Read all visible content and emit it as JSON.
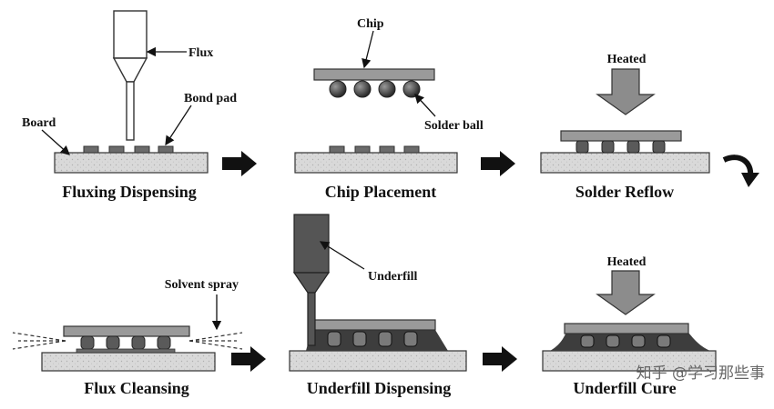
{
  "steps": [
    {
      "label": "Fluxing Dispensing"
    },
    {
      "label": "Chip Placement"
    },
    {
      "label": "Solder Reflow"
    },
    {
      "label": "Flux Cleansing"
    },
    {
      "label": "Underfill Dispensing"
    },
    {
      "label": "Underfill Cure"
    }
  ],
  "annotations": {
    "flux": "Flux",
    "bond_pad": "Bond pad",
    "board": "Board",
    "chip": "Chip",
    "solder_ball": "Solder ball",
    "heated_1": "Heated",
    "solvent_spray": "Solvent spray",
    "underfill": "Underfill",
    "heated_2": "Heated"
  },
  "watermark": "知乎 @学习那些事"
}
